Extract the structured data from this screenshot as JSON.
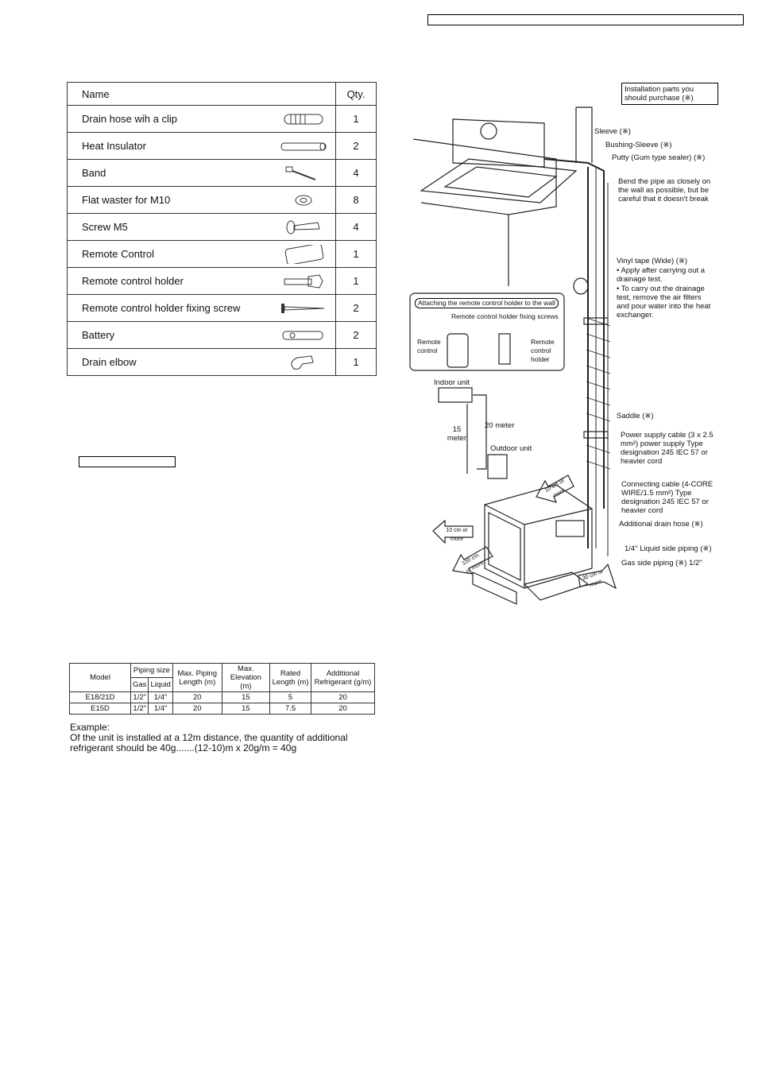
{
  "accessories": {
    "header_name": "Name",
    "header_qty": "Qty.",
    "rows": [
      {
        "name": "Drain hose wih a clip",
        "qty": "1",
        "icon": "drain-hose-icon"
      },
      {
        "name": "Heat Insulator",
        "qty": "2",
        "icon": "heat-insulator-icon"
      },
      {
        "name": "Band",
        "qty": "4",
        "icon": "band-icon"
      },
      {
        "name": "Flat waster for M10",
        "qty": "8",
        "icon": "flat-washer-icon"
      },
      {
        "name": "Screw M5",
        "qty": "4",
        "icon": "screw-icon"
      },
      {
        "name": "Remote Control",
        "qty": "1",
        "icon": "remote-control-icon"
      },
      {
        "name": "Remote control holder",
        "qty": "1",
        "icon": "remote-holder-icon"
      },
      {
        "name": "Remote control holder fixing screw",
        "qty": "2",
        "icon": "fixing-screw-icon"
      },
      {
        "name": "Battery",
        "qty": "2",
        "icon": "battery-icon"
      },
      {
        "name": "Drain elbow",
        "qty": "1",
        "icon": "drain-elbow-icon"
      }
    ]
  },
  "piping": {
    "h_model": "Model",
    "h_piping_size": "Piping size",
    "h_gas": "Gas",
    "h_liquid": "Liquid",
    "h_max_piping": "Max. Piping Length (m)",
    "h_max_elev": "Max. Elevation (m)",
    "h_rated": "Rated Length (m)",
    "h_additional": "Additional Refrigerant (g/m)",
    "rows": [
      {
        "model": "E18/21D",
        "gas": "1/2\"",
        "liquid": "1/4\"",
        "max_len": "20",
        "max_elev": "15",
        "rated": "5",
        "additional": "20"
      },
      {
        "model": "E15D",
        "gas": "1/2\"",
        "liquid": "1/4\"",
        "max_len": "20",
        "max_elev": "15",
        "rated": "7.5",
        "additional": "20"
      }
    ],
    "example_title": "Example:",
    "example_line1": "Of the unit is installed at a 12m distance, the quantity of additional",
    "example_line2": "refrigerant should be 40g.......(12-10)m x 20g/m = 40g"
  },
  "diagram": {
    "purchase_note": "Installation parts you should purchase (※)",
    "sleeve": "Sleeve (※)",
    "bushing": "Bushing-Sleeve (※)",
    "putty": "Putty (Gum type sealer) (※)",
    "bend_note": "Bend the pipe as closely on the wall as possible, but be careful that it doesn't break",
    "vinyl_tape": "Vinyl tape (Wide) (※)",
    "vinyl_b1": "• Apply after carrying out a drainage test.",
    "vinyl_b2": "• To carry out the drainage test, remove the air filters and pour water into the heat exchanger.",
    "attach_title": "Attaching the remote control holder to the wall",
    "fixing_screws": "Remote control holder fixing screws",
    "remote_control": "Remote control",
    "remote_holder": "Remote control holder",
    "indoor_unit": "Indoor unit",
    "outdoor_unit": "Outdoor unit",
    "dist_20": "20 meter",
    "dist_15": "15 meter",
    "saddle": "Saddle (※)",
    "power_cable": "Power supply cable (3 x 2.5 mm²) power supply Type designation 245 IEC 57 or heavier cord",
    "connecting_cable": "Connecting cable (4-CORE WIRE/1.5 mm²) Type designation 245 IEC 57 or heavier cord",
    "add_drain": "Additional drain hose (※)",
    "liquid_pipe": "1/4\" Liquid side piping (※)",
    "gas_pipe": "Gas side piping (※) 1/2\"",
    "clear_10_a": "10 cm or more",
    "clear_10_b": "10 cm or more",
    "clear_100": "100 cm or more",
    "clear_30": "30 cm or more"
  }
}
